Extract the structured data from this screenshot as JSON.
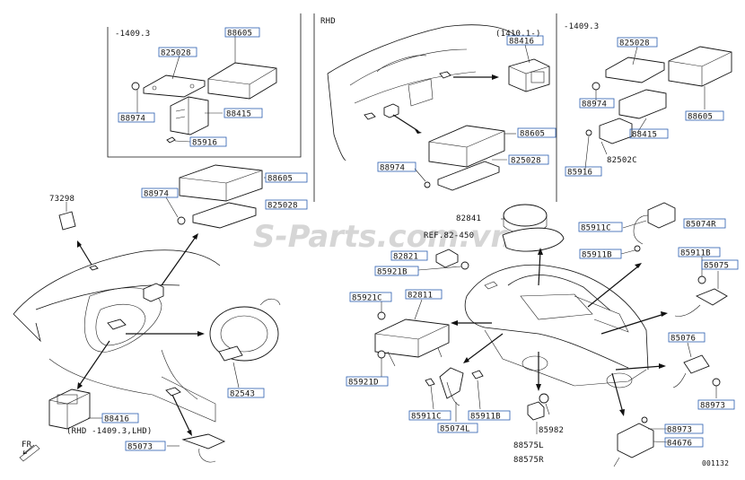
{
  "watermark": "S-Parts.com.vn",
  "diagram_id": "001132",
  "direction_label": "FR",
  "panels": {
    "left_inset_caption": "-1409.3",
    "rhd_caption": "RHD",
    "right_inset_caption": "-1409.3",
    "rhd_sub_caption": "(1410.1-)"
  },
  "part_labels": {
    "p88605_a": "88605",
    "p825028_a": "825028",
    "p88974_a": "88974",
    "p88415_a": "88415",
    "p85916_a": "85916",
    "p88416_a": "88416",
    "p88605_b": "88605",
    "p825028_b": "825028",
    "p88974_b": "88974",
    "p825028_c": "825028",
    "p88974_c": "88974",
    "p88605_c": "88605",
    "p88415_c": "88415",
    "p85916_c": "85916",
    "p82502c": "82502C",
    "p88605_d": "88605",
    "p825028_d": "825028",
    "p88974_d": "88974",
    "p73298": "73298",
    "p82841": "82841",
    "p_ref": "REF.82-450",
    "p82821": "82821",
    "p85921b": "85921B",
    "p85921c": "85921C",
    "p82811": "82811",
    "p85921d": "85921D",
    "p85911c_a": "85911C",
    "p85074r": "85074R",
    "p85911b_a": "85911B",
    "p85911b_b": "85911B",
    "p85075": "85075",
    "p85076": "85076",
    "p88973_a": "88973",
    "p82543": "82543",
    "p88416_b": "88416",
    "p_rhd_lhd": "(RHD -1409.3,LHD)",
    "p85073": "85073",
    "p85911c_b": "85911C",
    "p85074l": "85074L",
    "p85911b_c": "85911B",
    "p85982": "85982",
    "p88575l": "88575L",
    "p88575r": "88575R",
    "p88973_b": "88973",
    "p84676": "84676"
  }
}
